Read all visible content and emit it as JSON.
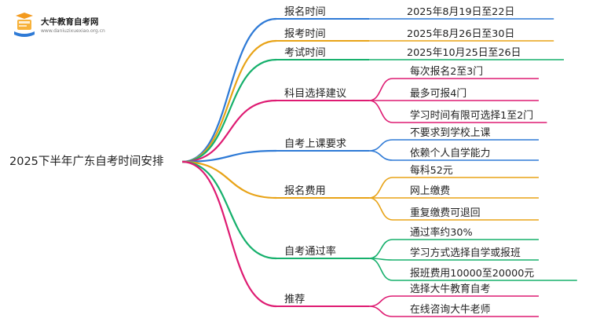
{
  "logo": {
    "name": "大牛教育自考网",
    "url": "www.daniuzixuexiao.org.cn"
  },
  "root": "2025下半年广东自考时间安排",
  "branches": [
    {
      "key": "signup-time",
      "label": "报名时间",
      "color": "#2e7ad6",
      "children": [
        "2025年8月19日至22日"
      ]
    },
    {
      "key": "exam-registration-time",
      "label": "报考时间",
      "color": "#e8a317",
      "children": [
        "2025年8月26日至30日"
      ]
    },
    {
      "key": "exam-time",
      "label": "考试时间",
      "color": "#16b06c",
      "children": [
        "2025年10月25日至26日"
      ]
    },
    {
      "key": "subject-advice",
      "label": "科目选择建议",
      "color": "#de1b72",
      "children": [
        "每次报名2至3门",
        "最多可报4门",
        "学习时间有限可选择1至2门"
      ]
    },
    {
      "key": "class-requirement",
      "label": "自考上课要求",
      "color": "#2e7ad6",
      "children": [
        "不要求到学校上课",
        "依赖个人自学能力"
      ]
    },
    {
      "key": "signup-fee",
      "label": "报名费用",
      "color": "#e8a317",
      "children": [
        "每科52元",
        "网上缴费",
        "重复缴费可退回"
      ]
    },
    {
      "key": "pass-rate",
      "label": "自考通过率",
      "color": "#16b06c",
      "children": [
        "通过率约30%",
        "学习方式选择自学或报班",
        "报班费用10000至20000元"
      ]
    },
    {
      "key": "recommend",
      "label": "推荐",
      "color": "#de1b72",
      "children": [
        "选择大牛教育自考",
        "在线咨询大牛老师"
      ]
    }
  ]
}
